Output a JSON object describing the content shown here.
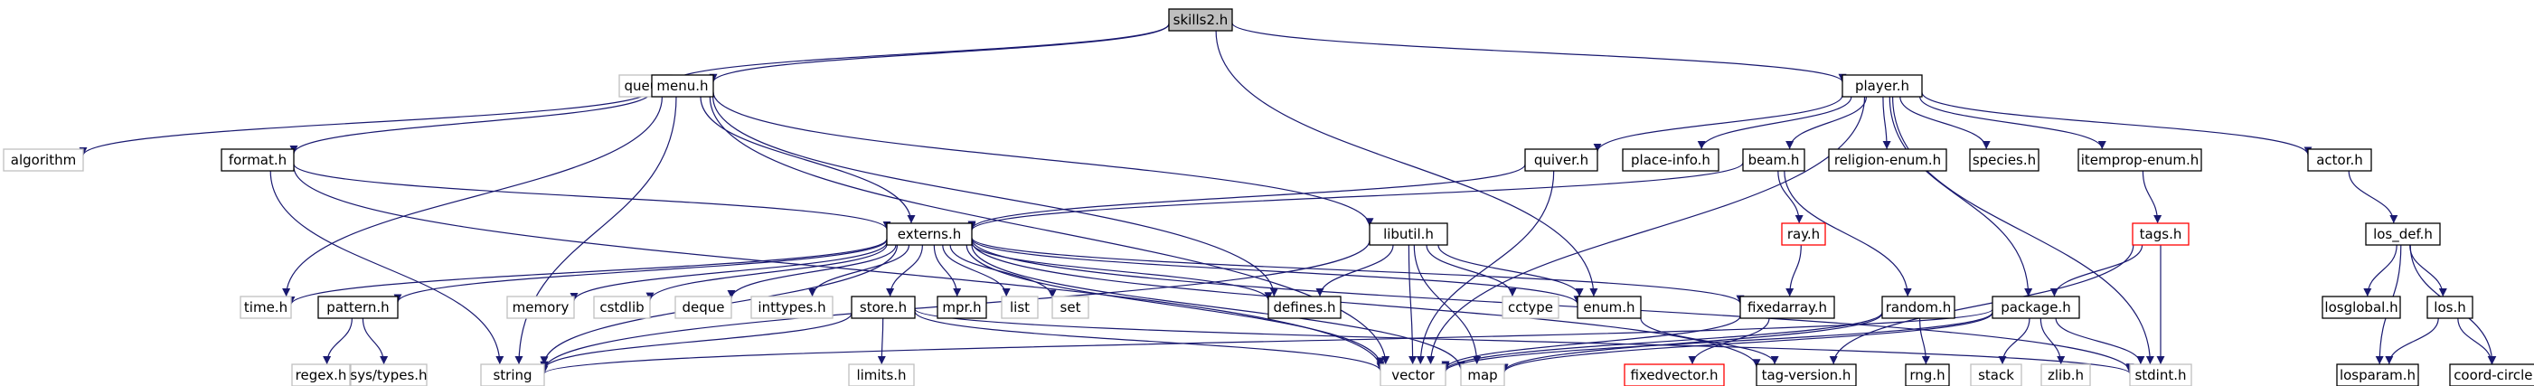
{
  "graph": {
    "root": "skills2.h",
    "nodes": [
      {
        "id": "skills2_h",
        "label": "skills2.h",
        "style": "root"
      },
      {
        "id": "queue",
        "label": "queue",
        "style": "gray"
      },
      {
        "id": "menu_h",
        "label": "menu.h",
        "style": "black"
      },
      {
        "id": "player_h",
        "label": "player.h",
        "style": "black"
      },
      {
        "id": "algorithm",
        "label": "algorithm",
        "style": "gray"
      },
      {
        "id": "format_h",
        "label": "format.h",
        "style": "black"
      },
      {
        "id": "quiver_h",
        "label": "quiver.h",
        "style": "black"
      },
      {
        "id": "place_info_h",
        "label": "place-info.h",
        "style": "black"
      },
      {
        "id": "beam_h",
        "label": "beam.h",
        "style": "black"
      },
      {
        "id": "religion_enum_h",
        "label": "religion-enum.h",
        "style": "black"
      },
      {
        "id": "species_h",
        "label": "species.h",
        "style": "black"
      },
      {
        "id": "itemprop_enum_h",
        "label": "itemprop-enum.h",
        "style": "black"
      },
      {
        "id": "actor_h",
        "label": "actor.h",
        "style": "black"
      },
      {
        "id": "externs_h",
        "label": "externs.h",
        "style": "black"
      },
      {
        "id": "libutil_h",
        "label": "libutil.h",
        "style": "black"
      },
      {
        "id": "ray_h",
        "label": "ray.h",
        "style": "red"
      },
      {
        "id": "tags_h",
        "label": "tags.h",
        "style": "red"
      },
      {
        "id": "los_def_h",
        "label": "los_def.h",
        "style": "black"
      },
      {
        "id": "time_h",
        "label": "time.h",
        "style": "gray"
      },
      {
        "id": "pattern_h",
        "label": "pattern.h",
        "style": "black"
      },
      {
        "id": "memory",
        "label": "memory",
        "style": "gray"
      },
      {
        "id": "cstdlib",
        "label": "cstdlib",
        "style": "gray"
      },
      {
        "id": "deque",
        "label": "deque",
        "style": "gray"
      },
      {
        "id": "inttypes_h",
        "label": "inttypes.h",
        "style": "gray"
      },
      {
        "id": "store_h",
        "label": "store.h",
        "style": "black"
      },
      {
        "id": "mpr_h",
        "label": "mpr.h",
        "style": "black"
      },
      {
        "id": "list",
        "label": "list",
        "style": "gray"
      },
      {
        "id": "set",
        "label": "set",
        "style": "gray"
      },
      {
        "id": "defines_h",
        "label": "defines.h",
        "style": "black"
      },
      {
        "id": "cctype",
        "label": "cctype",
        "style": "gray"
      },
      {
        "id": "enum_h",
        "label": "enum.h",
        "style": "black"
      },
      {
        "id": "fixedarray_h",
        "label": "fixedarray.h",
        "style": "black"
      },
      {
        "id": "random_h",
        "label": "random.h",
        "style": "black"
      },
      {
        "id": "package_h",
        "label": "package.h",
        "style": "black"
      },
      {
        "id": "losglobal_h",
        "label": "losglobal.h",
        "style": "black"
      },
      {
        "id": "los_h",
        "label": "los.h",
        "style": "black"
      },
      {
        "id": "regex_h",
        "label": "regex.h",
        "style": "gray"
      },
      {
        "id": "sys_types_h",
        "label": "sys/types.h",
        "style": "gray"
      },
      {
        "id": "string",
        "label": "string",
        "style": "gray"
      },
      {
        "id": "limits_h",
        "label": "limits.h",
        "style": "gray"
      },
      {
        "id": "vector",
        "label": "vector",
        "style": "gray"
      },
      {
        "id": "map",
        "label": "map",
        "style": "gray"
      },
      {
        "id": "fixedvector_h",
        "label": "fixedvector.h",
        "style": "red"
      },
      {
        "id": "tag_version_h",
        "label": "tag-version.h",
        "style": "black"
      },
      {
        "id": "rng_h",
        "label": "rng.h",
        "style": "black"
      },
      {
        "id": "stack",
        "label": "stack",
        "style": "gray"
      },
      {
        "id": "zlib_h",
        "label": "zlib.h",
        "style": "gray"
      },
      {
        "id": "stdint_h",
        "label": "stdint.h",
        "style": "gray"
      },
      {
        "id": "losparam_h",
        "label": "losparam.h",
        "style": "black"
      },
      {
        "id": "coord_circle_h",
        "label": "coord-circle.h",
        "style": "black"
      }
    ],
    "edges": [
      [
        "skills2_h",
        "queue"
      ],
      [
        "skills2_h",
        "menu_h"
      ],
      [
        "skills2_h",
        "player_h"
      ],
      [
        "skills2_h",
        "enum_h"
      ],
      [
        "menu_h",
        "algorithm"
      ],
      [
        "menu_h",
        "format_h"
      ],
      [
        "menu_h",
        "time_h"
      ],
      [
        "menu_h",
        "externs_h"
      ],
      [
        "menu_h",
        "libutil_h"
      ],
      [
        "menu_h",
        "defines_h"
      ],
      [
        "menu_h",
        "string"
      ],
      [
        "menu_h",
        "vector"
      ],
      [
        "format_h",
        "externs_h"
      ],
      [
        "format_h",
        "string"
      ],
      [
        "format_h",
        "vector"
      ],
      [
        "player_h",
        "quiver_h"
      ],
      [
        "player_h",
        "place_info_h"
      ],
      [
        "player_h",
        "beam_h"
      ],
      [
        "player_h",
        "religion_enum_h"
      ],
      [
        "player_h",
        "species_h"
      ],
      [
        "player_h",
        "itemprop_enum_h"
      ],
      [
        "player_h",
        "actor_h"
      ],
      [
        "player_h",
        "package_h"
      ],
      [
        "player_h",
        "vector"
      ],
      [
        "player_h",
        "stdint_h"
      ],
      [
        "quiver_h",
        "externs_h"
      ],
      [
        "quiver_h",
        "vector"
      ],
      [
        "beam_h",
        "externs_h"
      ],
      [
        "beam_h",
        "ray_h"
      ],
      [
        "beam_h",
        "random_h"
      ],
      [
        "ray_h",
        "fixedarray_h"
      ],
      [
        "itemprop_enum_h",
        "tags_h"
      ],
      [
        "tags_h",
        "package_h"
      ],
      [
        "tags_h",
        "tag_version_h"
      ],
      [
        "tags_h",
        "stdint_h"
      ],
      [
        "actor_h",
        "los_def_h"
      ],
      [
        "los_def_h",
        "losglobal_h"
      ],
      [
        "los_def_h",
        "los_h"
      ],
      [
        "los_def_h",
        "losparam_h"
      ],
      [
        "los_def_h",
        "coord_circle_h"
      ],
      [
        "los_h",
        "losparam_h"
      ],
      [
        "los_h",
        "coord_circle_h"
      ],
      [
        "externs_h",
        "time_h"
      ],
      [
        "externs_h",
        "pattern_h"
      ],
      [
        "externs_h",
        "memory"
      ],
      [
        "externs_h",
        "cstdlib"
      ],
      [
        "externs_h",
        "deque"
      ],
      [
        "externs_h",
        "inttypes_h"
      ],
      [
        "externs_h",
        "store_h"
      ],
      [
        "externs_h",
        "mpr_h"
      ],
      [
        "externs_h",
        "list"
      ],
      [
        "externs_h",
        "set"
      ],
      [
        "externs_h",
        "defines_h"
      ],
      [
        "externs_h",
        "enum_h"
      ],
      [
        "externs_h",
        "fixedarray_h"
      ],
      [
        "externs_h",
        "string"
      ],
      [
        "externs_h",
        "vector"
      ],
      [
        "externs_h",
        "map"
      ],
      [
        "externs_h",
        "tag_version_h"
      ],
      [
        "externs_h",
        "stdint_h"
      ],
      [
        "libutil_h",
        "defines_h"
      ],
      [
        "libutil_h",
        "cctype"
      ],
      [
        "libutil_h",
        "enum_h"
      ],
      [
        "libutil_h",
        "string"
      ],
      [
        "libutil_h",
        "vector"
      ],
      [
        "libutil_h",
        "map"
      ],
      [
        "pattern_h",
        "regex_h"
      ],
      [
        "pattern_h",
        "sys_types_h"
      ],
      [
        "store_h",
        "string"
      ],
      [
        "store_h",
        "limits_h"
      ],
      [
        "store_h",
        "vector"
      ],
      [
        "store_h",
        "stdint_h"
      ],
      [
        "fixedarray_h",
        "fixedvector_h"
      ],
      [
        "fixedarray_h",
        "vector"
      ],
      [
        "enum_h",
        "tag_version_h"
      ],
      [
        "random_h",
        "rng_h"
      ],
      [
        "random_h",
        "vector"
      ],
      [
        "random_h",
        "map"
      ],
      [
        "package_h",
        "stack"
      ],
      [
        "package_h",
        "zlib_h"
      ],
      [
        "package_h",
        "stdint_h"
      ],
      [
        "package_h",
        "map"
      ],
      [
        "package_h",
        "vector"
      ],
      [
        "package_h",
        "string"
      ]
    ]
  }
}
